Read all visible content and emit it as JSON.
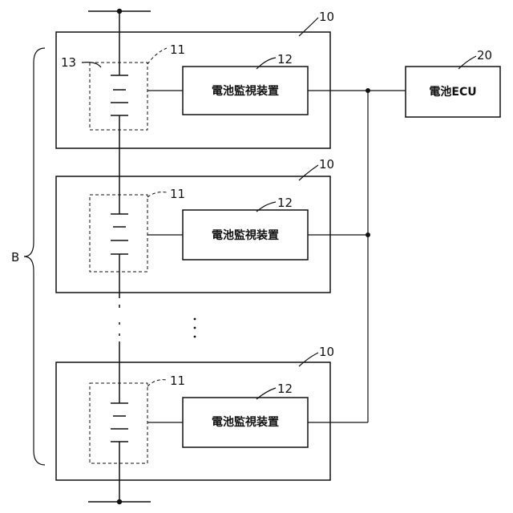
{
  "modules": [
    {
      "ref": "10",
      "cell_ref": "11",
      "monitor_ref": "12",
      "monitor_text": "電池監視装置",
      "cells_ref": "13"
    },
    {
      "ref": "10",
      "cell_ref": "11",
      "monitor_ref": "12",
      "monitor_text": "電池監視装置"
    },
    {
      "ref": "10",
      "cell_ref": "11",
      "monitor_ref": "12",
      "monitor_text": "電池監視装置"
    }
  ],
  "ecu": {
    "ref": "20",
    "text": "電池ECU"
  },
  "pack_ref": "B"
}
